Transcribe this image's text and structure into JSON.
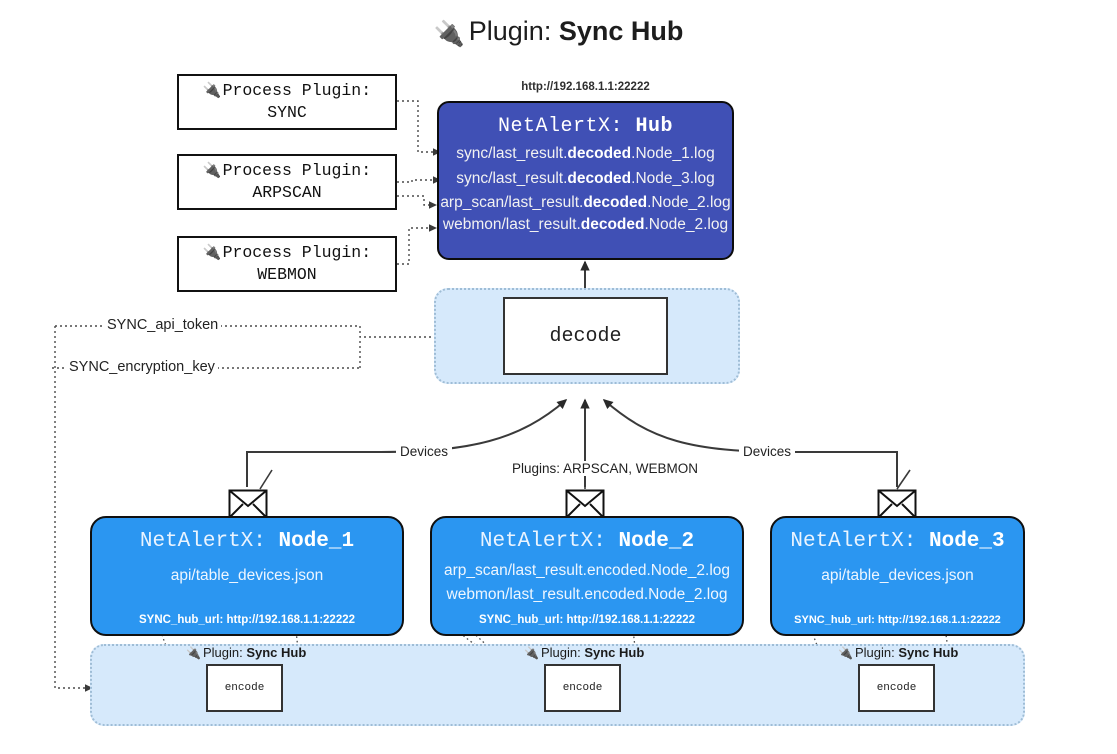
{
  "page": {
    "title_prefix": "Plugin:",
    "title_name": "Sync Hub",
    "plug_icon": "plug-icon"
  },
  "process_plugins": [
    {
      "line1": "Process Plugin:",
      "line2": "SYNC"
    },
    {
      "line1": "Process Plugin:",
      "line2": "ARPSCAN"
    },
    {
      "line1": "Process Plugin:",
      "line2": "WEBMON"
    }
  ],
  "hub": {
    "url": "http://192.168.1.1:22222",
    "title_prefix": "NetAlertX:",
    "title_name": "Hub",
    "logs": [
      {
        "pre": "sync/last_result.",
        "mid": "decoded",
        "post": ".Node_1.log"
      },
      {
        "pre": "sync/last_result.",
        "mid": "decoded",
        "post": ".Node_3.log"
      },
      {
        "pre": "arp_scan/last_result.",
        "mid": "decoded",
        "post": ".Node_2.log"
      },
      {
        "pre": "webmon/last_result.",
        "mid": "decoded",
        "post": ".Node_2.log"
      }
    ]
  },
  "decode": {
    "label": "decode"
  },
  "secrets": [
    {
      "label": "SYNC_api_token"
    },
    {
      "label": "SYNC_encryption_key"
    }
  ],
  "edge_labels": {
    "devices_left": "Devices",
    "devices_right": "Devices",
    "plugins_center": "Plugins: ARPSCAN, WEBMON"
  },
  "nodes": [
    {
      "title_prefix": "NetAlertX:",
      "title_name": "Node_1",
      "lines": [
        "api/table_devices.json"
      ],
      "hub_url": "SYNC_hub_url: http://192.168.1.1:22222",
      "envelope_icon": "envelope-icon"
    },
    {
      "title_prefix": "NetAlertX:",
      "title_name": "Node_2",
      "lines": [
        "arp_scan/last_result.encoded.Node_2.log",
        "webmon/last_result.encoded.Node_2.log"
      ],
      "hub_url": "SYNC_hub_url: http://192.168.1.1:22222",
      "envelope_icon": "envelope-icon"
    },
    {
      "title_prefix": "NetAlertX:",
      "title_name": "Node_3",
      "lines": [
        "api/table_devices.json"
      ],
      "hub_url": "SYNC_hub_url: http://192.168.1.1:22222",
      "envelope_icon": "envelope-icon"
    }
  ],
  "encoders": [
    {
      "plugin_prefix": "Plugin:",
      "plugin_name": "Sync Hub",
      "label": "encode"
    },
    {
      "plugin_prefix": "Plugin:",
      "plugin_name": "Sync Hub",
      "label": "encode"
    },
    {
      "plugin_prefix": "Plugin:",
      "plugin_name": "Sync Hub",
      "label": "encode"
    }
  ],
  "colors": {
    "hub_blue": "#4050b5",
    "node_blue": "#2b96f1",
    "container_blue": "#d6e9fb",
    "container_border": "#9fbdd6",
    "stroke": "#333333"
  }
}
